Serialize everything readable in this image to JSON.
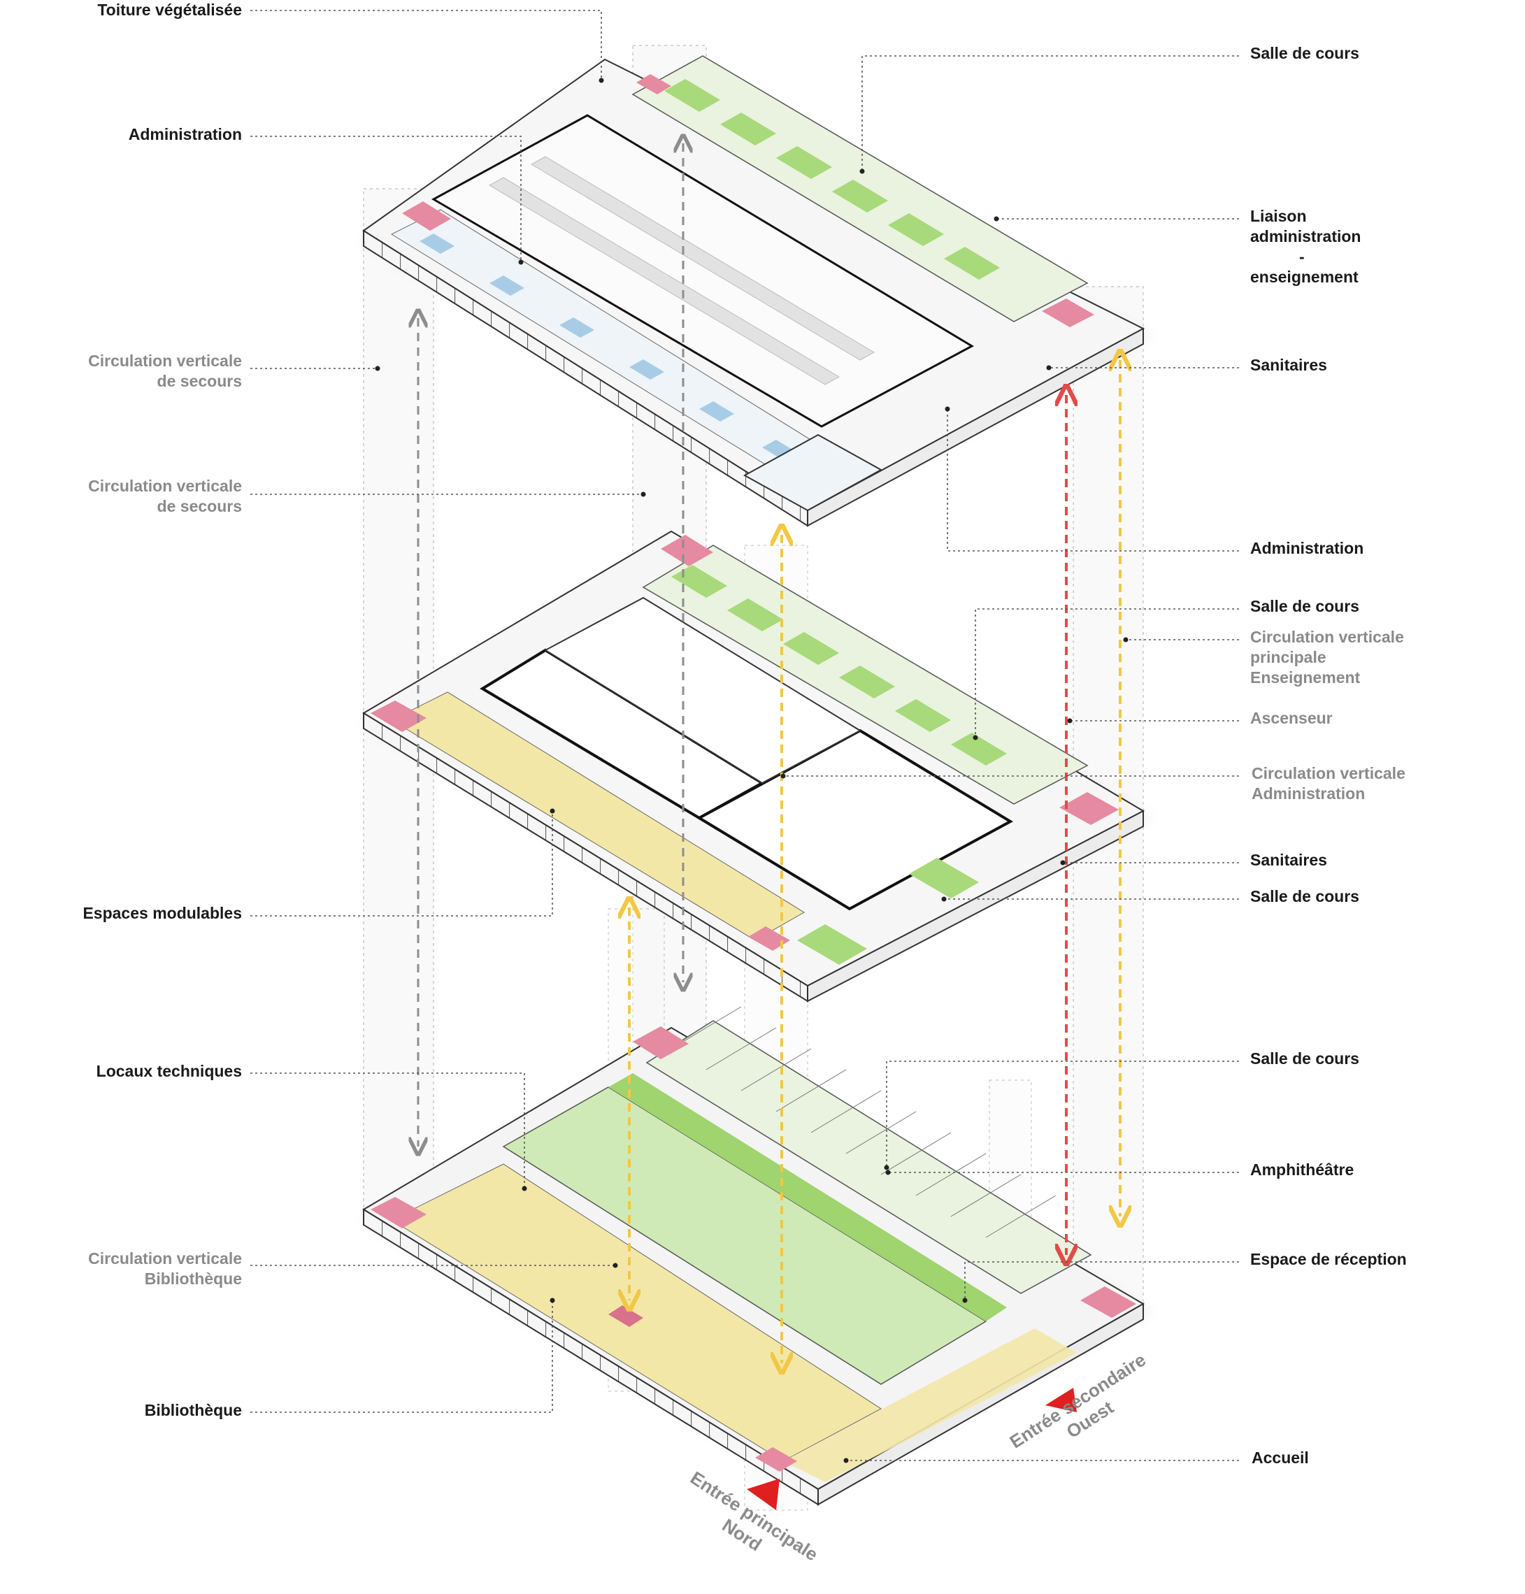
{
  "labels_left": {
    "toiture": "Toiture végétalisée",
    "admin_top": "Administration",
    "circ_secours_1a": "Circulation verticale",
    "circ_secours_1b": "de secours",
    "circ_secours_2a": "Circulation verticale",
    "circ_secours_2b": "de secours",
    "espaces_modulables": "Espaces modulables",
    "locaux_techniques": "Locaux techniques",
    "circ_biblio_a": "Circulation verticale",
    "circ_biblio_b": "Bibliothèque",
    "bibliotheque": "Bibliothèque"
  },
  "labels_right": {
    "salle_cours_1": "Salle de cours",
    "liaison_a": "Liaison",
    "liaison_b": "administration",
    "liaison_c": "-",
    "liaison_d": "enseignement",
    "sanitaires_1": "Sanitaires",
    "administration": "Administration",
    "salle_cours_2": "Salle de cours",
    "circ_ens_a": "Circulation verticale",
    "circ_ens_b": "principale",
    "circ_ens_c": "Enseignement",
    "ascenseur": "Ascenseur",
    "circ_admin_a": "Circulation verticale",
    "circ_admin_b": "Administration",
    "sanitaires_2": "Sanitaires",
    "salle_cours_3": "Salle de cours",
    "salle_cours_4": "Salle de cours",
    "amphitheatre": "Amphithéâtre",
    "espace_reception": "Espace de réception",
    "accueil": "Accueil"
  },
  "entrances": {
    "nord_a": "Entrée principale",
    "nord_b": "Nord",
    "ouest_a": "Entrée secondaire",
    "ouest_b": "Ouest"
  },
  "colors": {
    "classroom_green": "#a8d97a",
    "library_yellow": "#f3e7a8",
    "admin_blue": "#a9cce6",
    "stairs_pink": "#e58aa0",
    "elevator_red": "#e34a4a",
    "circulation_yellow": "#f2c744",
    "secours_grey": "#8d8d8d",
    "entrance_red": "#e02020"
  }
}
